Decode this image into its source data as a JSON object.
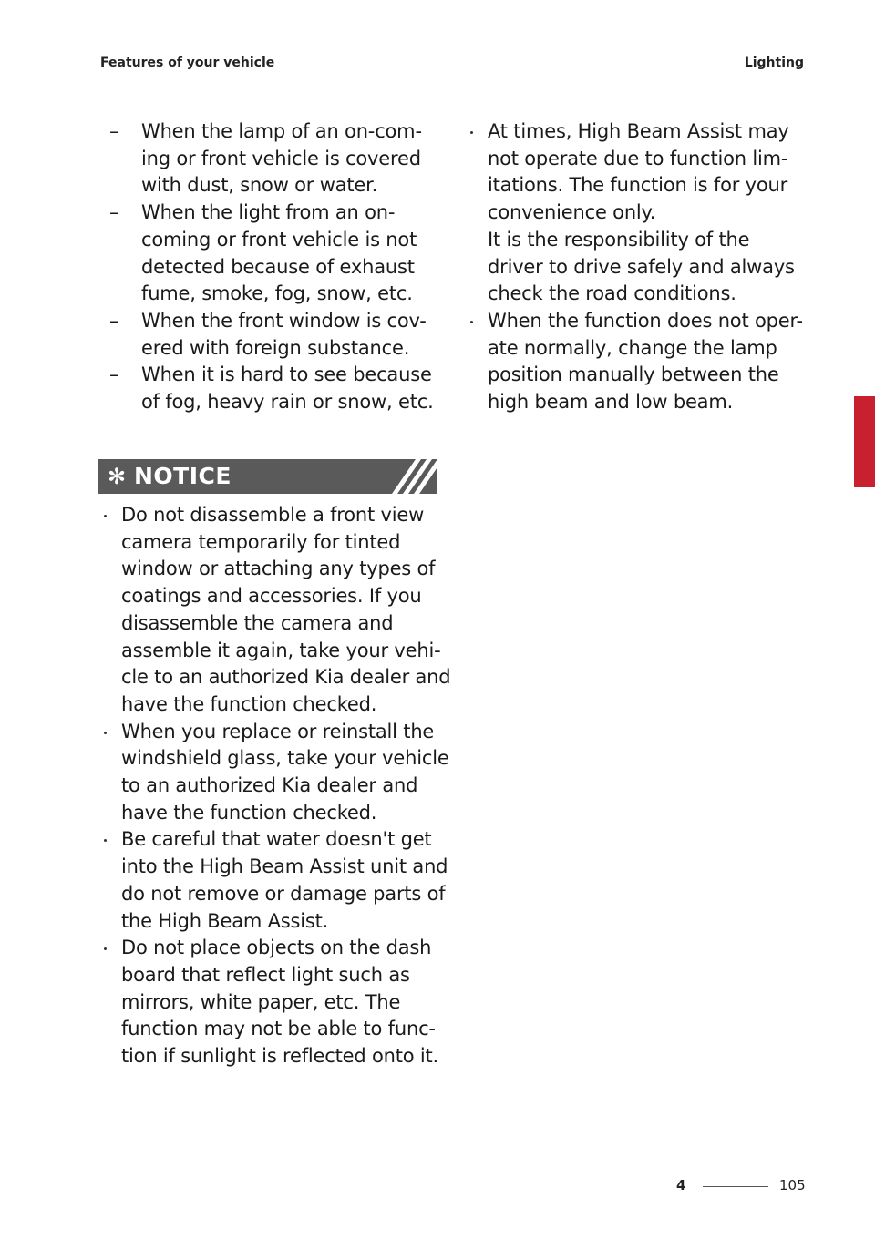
{
  "header": {
    "section": "Features of your vehicle",
    "topic": "Lighting"
  },
  "left_column": {
    "sub_items": [
      "When the lamp of an on-com- ing or front vehicle is covered with dust, snow or water.",
      "When the light from an on- coming or front vehicle is not detected because of exhaust fume, smoke, fog, snow, etc.",
      "When the front window is cov- ered with foreign substance.",
      "When it is hard to see because of fog, heavy rain or snow, etc."
    ]
  },
  "notice": {
    "symbol": "✻",
    "title": "NOTICE",
    "items": [
      "Do not disassemble a front view camera temporarily for tinted window or attaching any types of coatings and accessories. If you disassemble the camera and assemble it again, take your vehi- cle to an authorized Kia dealer and have the function checked.",
      "When you replace or reinstall the windshield glass, take your vehicle to an authorized Kia dealer and have the function checked.",
      "Be careful that water doesn't get into the High Beam Assist unit and do not remove or damage parts of the High Beam Assist.",
      "Do not place objects on the dash board that reflect light such as mirrors, white paper, etc. The function may not be able to func- tion if sunlight is reflected onto it."
    ]
  },
  "right_column": {
    "items": [
      {
        "text": "At times, High Beam Assist may not operate due to function lim- itations. The function is for your convenience only.",
        "note": "It is the responsibility of the driver to drive safely and always check the road conditions."
      },
      {
        "text": "When the function does not oper- ate normally, change the lamp position manually between the high beam and low beam.",
        "note": ""
      }
    ]
  },
  "side_tab": {
    "chapter": "4",
    "color": "#c8202e"
  },
  "footer": {
    "chapter": "4",
    "page": "105"
  }
}
